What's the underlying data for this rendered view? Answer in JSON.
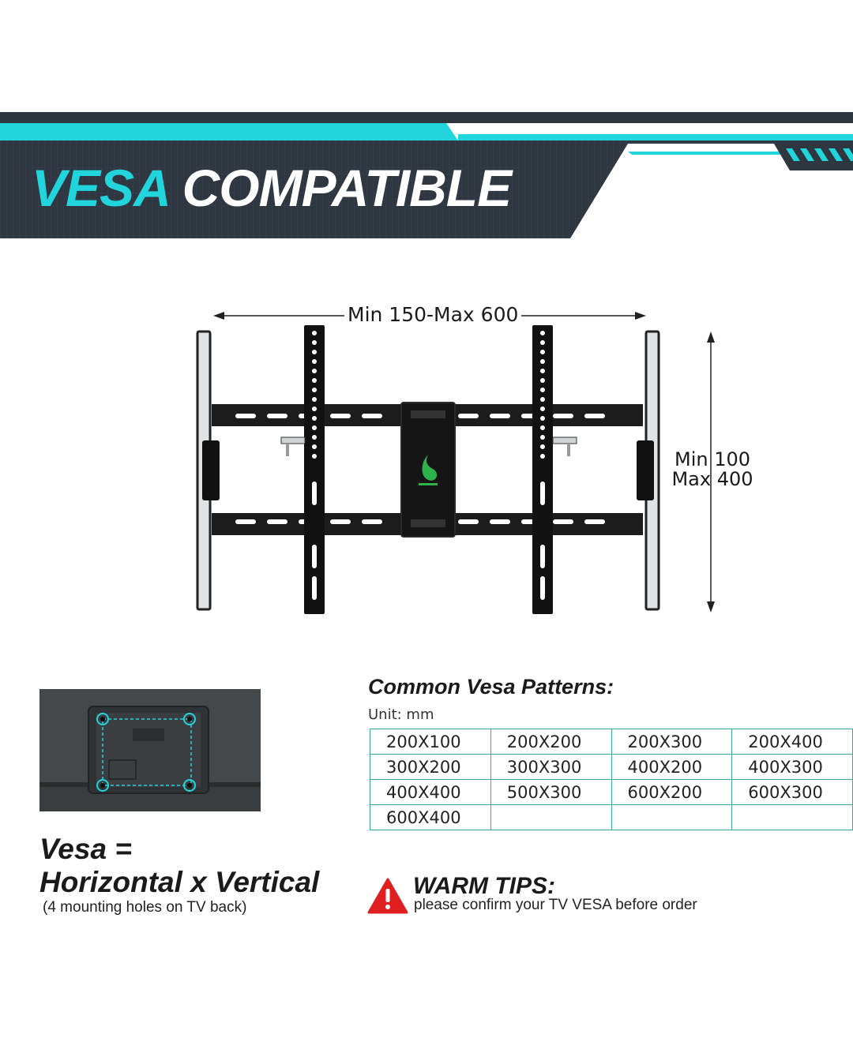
{
  "banner": {
    "title_accent": "VESA",
    "title_rest": "COMPATIBLE",
    "colors": {
      "accent": "#22d4dc",
      "dark": "#2e3640"
    }
  },
  "dimensions": {
    "horizontal": "Min 150-Max 600",
    "vertical_min": "Min 100",
    "vertical_max": "Max 400"
  },
  "definition": {
    "line1": "Vesa =",
    "line2": "Horizontal x Vertical",
    "note": "(4 mounting holes on TV back)"
  },
  "patterns": {
    "title": "Common Vesa Patterns:",
    "unit": "Unit: mm",
    "rows": [
      [
        "200X100",
        "200X200",
        "200X300",
        "200X400"
      ],
      [
        "300X200",
        "300X300",
        "400X200",
        "400X300"
      ],
      [
        "400X400",
        "500X300",
        "600X200",
        "600X300"
      ],
      [
        "600X400",
        "",
        "",
        ""
      ]
    ]
  },
  "warm_tips": {
    "title": "WARM TIPS:",
    "text": "please confirm your TV VESA before order",
    "icon": "warning-icon"
  }
}
